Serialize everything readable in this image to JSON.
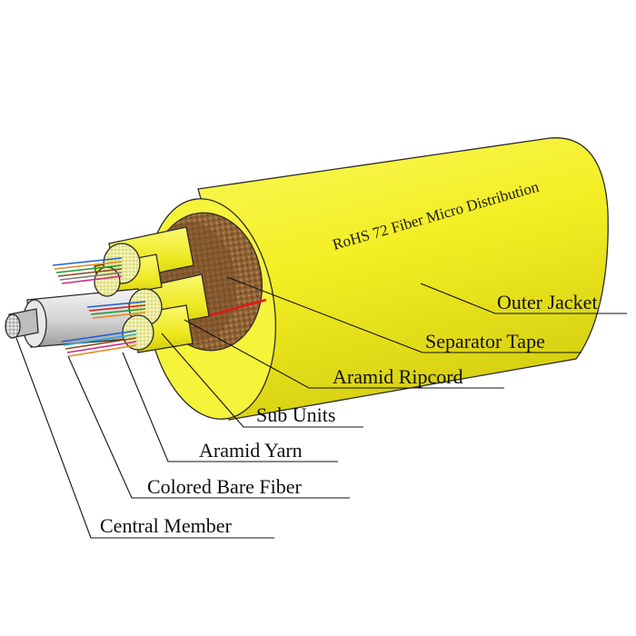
{
  "cable": {
    "jacket_print": "RoHS 72 Fiber Micro Distribution",
    "colors": {
      "jacket": "#f5f02a",
      "jacket_shadow": "#c9c310",
      "aramid": "#9a6a3a",
      "aramid_dark": "#6e4822",
      "ripcord": "#e01818",
      "member": "#d8d8d8",
      "subunit": "#f2ee28"
    }
  },
  "labels": [
    {
      "id": "outer-jacket",
      "text": "Outer Jacket"
    },
    {
      "id": "separator-tape",
      "text": "Separator Tape"
    },
    {
      "id": "aramid-ripcord",
      "text": "Aramid Ripcord"
    },
    {
      "id": "sub-units",
      "text": "Sub Units"
    },
    {
      "id": "aramid-yarn",
      "text": "Aramid Yarn"
    },
    {
      "id": "colored-bare-fiber",
      "text": "Colored Bare Fiber"
    },
    {
      "id": "central-member",
      "text": "Central Member"
    }
  ]
}
